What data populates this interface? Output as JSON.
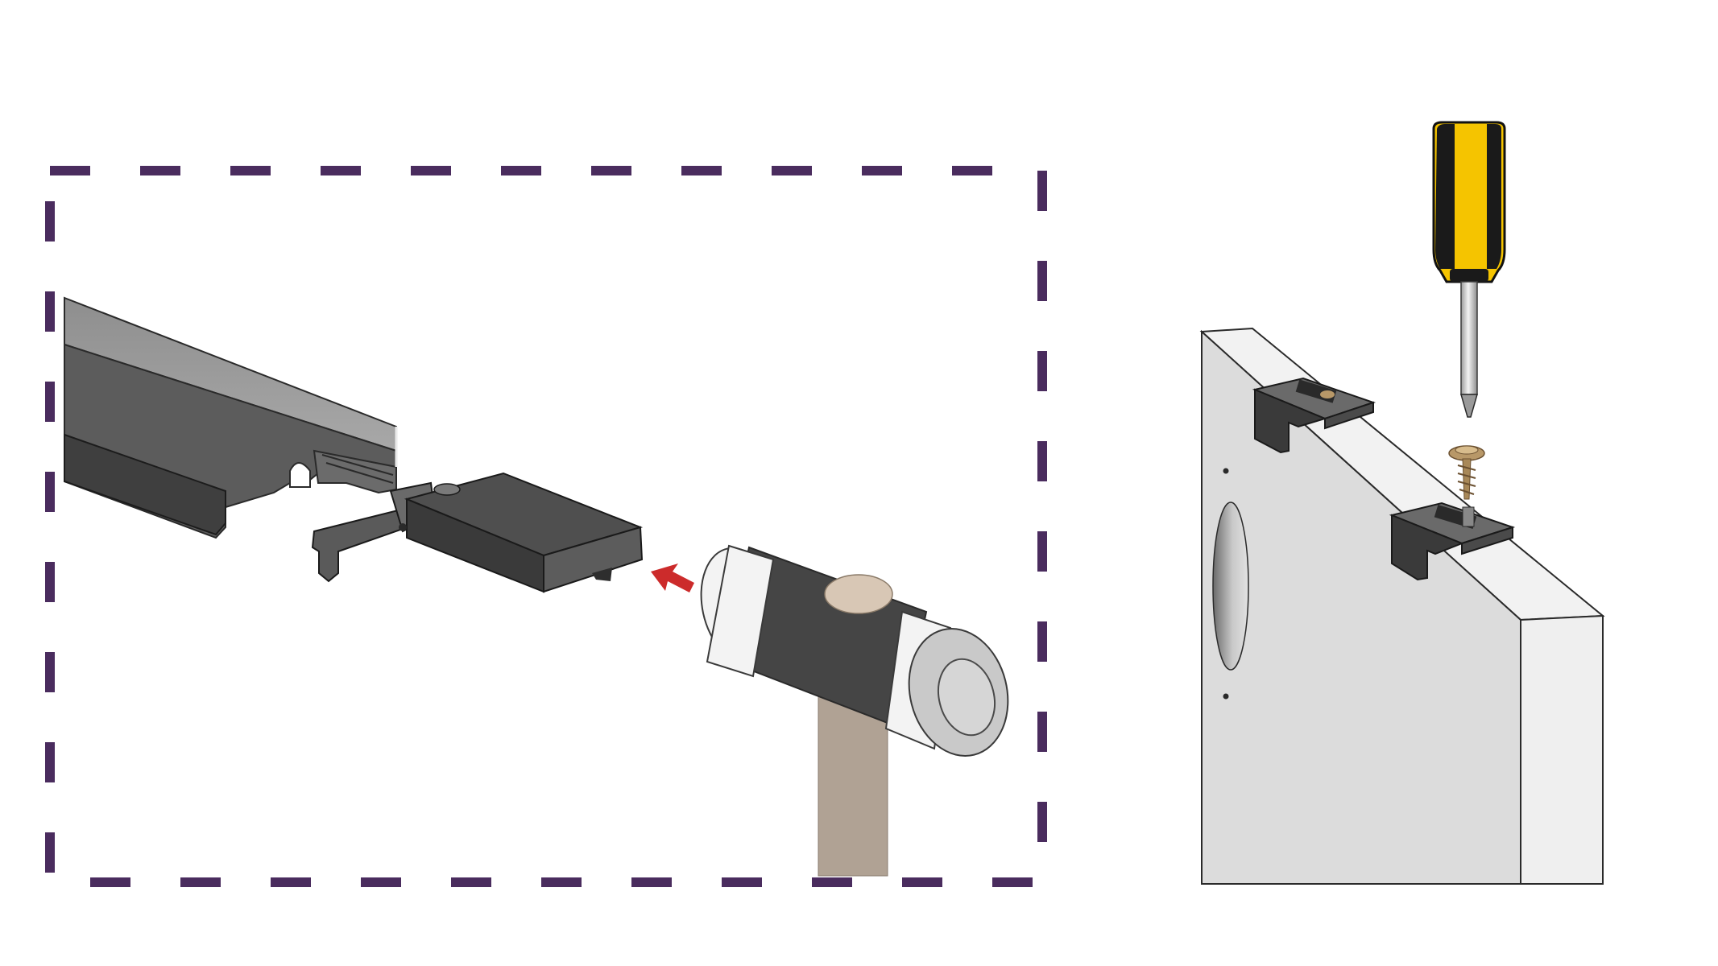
{
  "diagram": {
    "panels": [
      {
        "id": "end-cap-insertion",
        "components": [
          "aluminium-profile",
          "end-cap",
          "mallet"
        ],
        "frame": "dashed",
        "action": "arrow"
      },
      {
        "id": "clip-fastening",
        "components": [
          "panel-board",
          "mounting-clip",
          "mounting-clip",
          "screw",
          "screwdriver"
        ]
      }
    ],
    "colors": {
      "frame": "#4a2c5e",
      "arrow": "#cc2b2b",
      "profile_top": "#9a9a9a",
      "profile_side": "#5c5c5c",
      "end_cap": "#4f4f4f",
      "mallet_body": "#454545",
      "mallet_caps": "#f2f2f2",
      "mallet_handle": "#b0a294",
      "screwdriver_handle": "#f5c400",
      "screwdriver_grip": "#1a1a1a",
      "screw": "#b89868",
      "board_front": "#dcdcdc",
      "board_edge": "#efefef"
    },
    "icons": [
      "mallet-icon",
      "screwdriver-icon",
      "screw-icon",
      "arrow-icon"
    ]
  }
}
